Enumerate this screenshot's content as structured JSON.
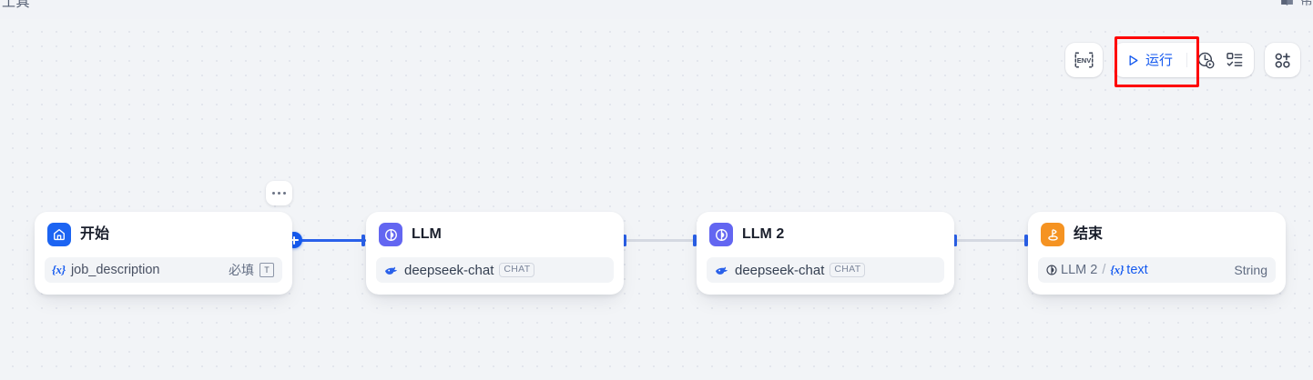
{
  "header": {
    "left_label": "工具",
    "right_label": "帮",
    "book_icon": "book-icon"
  },
  "toolbar": {
    "env_label": "ENV",
    "run_label": "运行",
    "run_icon": "play-triangle-icon",
    "history_icon": "clock-history-icon",
    "checklist_icon": "checklist-icon",
    "add_nodes_icon": "add-nodes-icon",
    "highlight_color": "#fe0000",
    "accent_color": "#155aef"
  },
  "canvas": {
    "more_icon": "more-dots-icon",
    "add_edge_icon": "plus-icon"
  },
  "nodes": [
    {
      "id": "start",
      "title": "开始",
      "icon": "home-icon",
      "icon_color": "#1c64f2",
      "row": {
        "var_badge": "{x}",
        "name": "job_description",
        "required_label": "必填",
        "type_glyph": "T"
      }
    },
    {
      "id": "llm",
      "title": "LLM",
      "icon": "llm-icon",
      "icon_color": "#6366f1",
      "row": {
        "model_icon": "deepseek-whale-icon",
        "model": "deepseek-chat",
        "badge": "CHAT"
      }
    },
    {
      "id": "llm2",
      "title": "LLM 2",
      "icon": "llm-icon",
      "icon_color": "#6366f1",
      "row": {
        "model_icon": "deepseek-whale-icon",
        "model": "deepseek-chat",
        "badge": "CHAT"
      }
    },
    {
      "id": "end",
      "title": "结束",
      "icon": "end-flag-icon",
      "icon_color": "#f59322",
      "row": {
        "source_icon": "llm-small-icon",
        "source": "LLM 2",
        "separator": "/",
        "var_badge": "{x}",
        "var_name": "text",
        "type": "String"
      }
    }
  ]
}
